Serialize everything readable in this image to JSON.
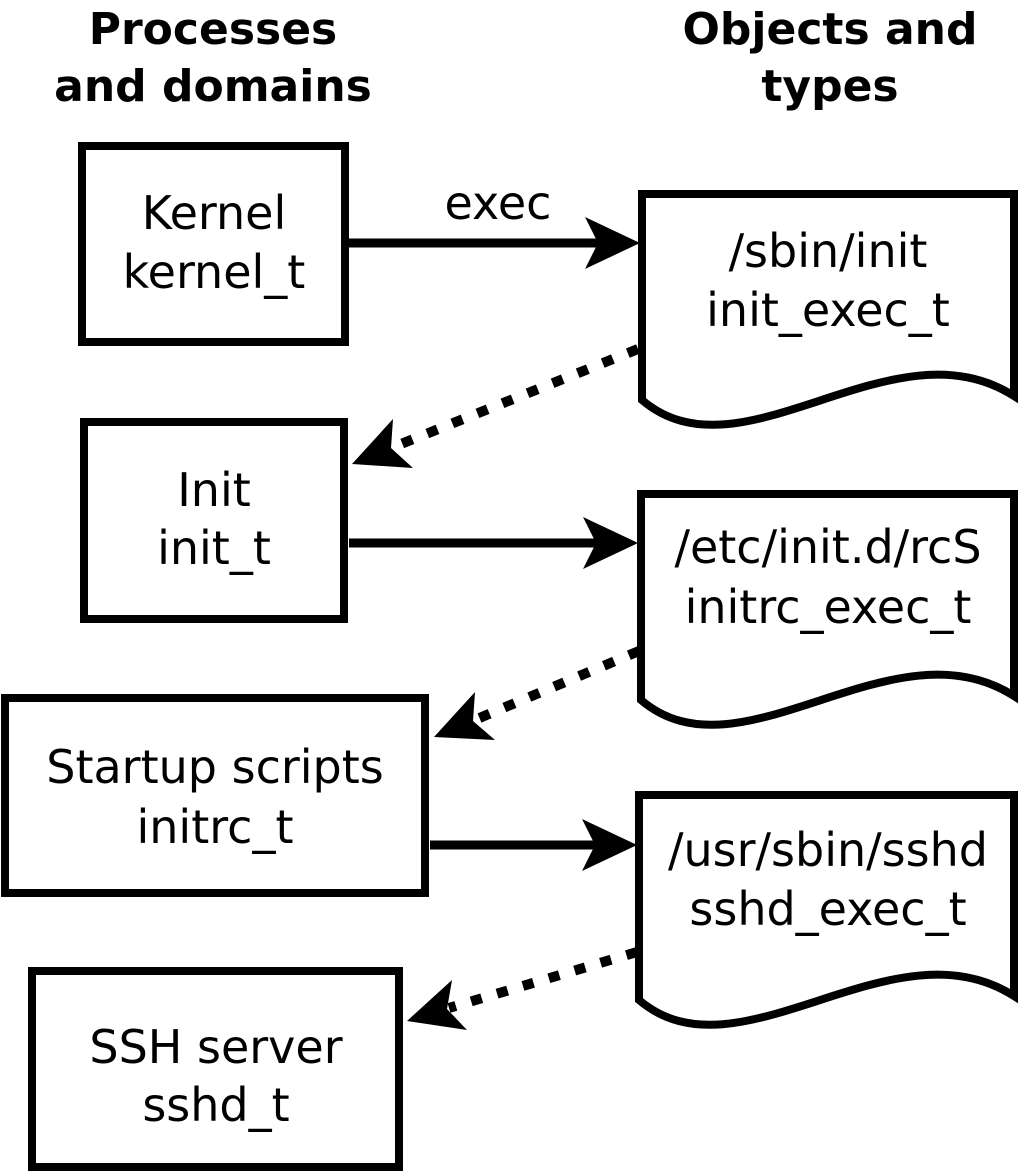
{
  "columns": {
    "left": {
      "title_line1": "Processes",
      "title_line2": "and domains"
    },
    "right": {
      "title_line1": "Objects and",
      "title_line2": "types"
    }
  },
  "processes": [
    {
      "name": "Kernel",
      "domain": "kernel_t"
    },
    {
      "name": "Init",
      "domain": "init_t"
    },
    {
      "name": "Startup scripts",
      "domain": "initrc_t"
    },
    {
      "name": "SSH server",
      "domain": "sshd_t"
    }
  ],
  "objects": [
    {
      "path": "/sbin/init",
      "type": "init_exec_t"
    },
    {
      "path": "/etc/init.d/rcS",
      "type": "initrc_exec_t"
    },
    {
      "path": "/usr/sbin/sshd",
      "type": "sshd_exec_t"
    }
  ],
  "edges": [
    {
      "label": "exec",
      "style": "solid",
      "from": "Kernel",
      "to": "/sbin/init"
    },
    {
      "label": "",
      "style": "dotted",
      "from": "/sbin/init",
      "to": "Init"
    },
    {
      "label": "",
      "style": "solid",
      "from": "Init",
      "to": "/etc/init.d/rcS"
    },
    {
      "label": "",
      "style": "dotted",
      "from": "/etc/init.d/rcS",
      "to": "Startup scripts"
    },
    {
      "label": "",
      "style": "solid",
      "from": "Startup scripts",
      "to": "/usr/sbin/sshd"
    },
    {
      "label": "",
      "style": "dotted",
      "from": "/usr/sbin/sshd",
      "to": "SSH server"
    }
  ],
  "colors": {
    "stroke": "#000000",
    "background": "#ffffff"
  }
}
